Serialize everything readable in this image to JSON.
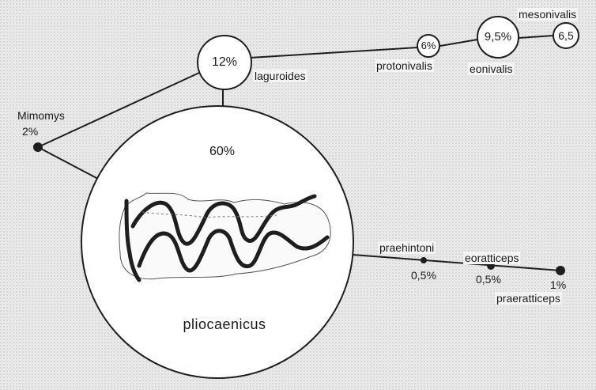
{
  "nodes": {
    "mimomys": {
      "name": "Mimomys",
      "value": "2%"
    },
    "laguroides": {
      "name": "laguroides",
      "value": "12%"
    },
    "protonivalis": {
      "name": "protonivalis",
      "value": "6%"
    },
    "eonivalis": {
      "name": "eonivalis",
      "value": "9,5%"
    },
    "mesonivalis": {
      "name": "mesonivalis",
      "value": "6,5"
    },
    "pliocaenicus": {
      "name": "pliocaenicus",
      "value": "60%"
    },
    "praehintoni": {
      "name": "praehintoni",
      "value": "0,5%"
    },
    "eoratticeps": {
      "name": "eoratticeps",
      "value": "0,5%"
    },
    "praeratticeps": {
      "name": "praeratticeps",
      "value": "1%"
    }
  },
  "colors": {
    "background": "#ebebeb",
    "line": "#1e1e1e",
    "node_fill": "#ffffff"
  },
  "illustration": "molar-tooth-drawing"
}
